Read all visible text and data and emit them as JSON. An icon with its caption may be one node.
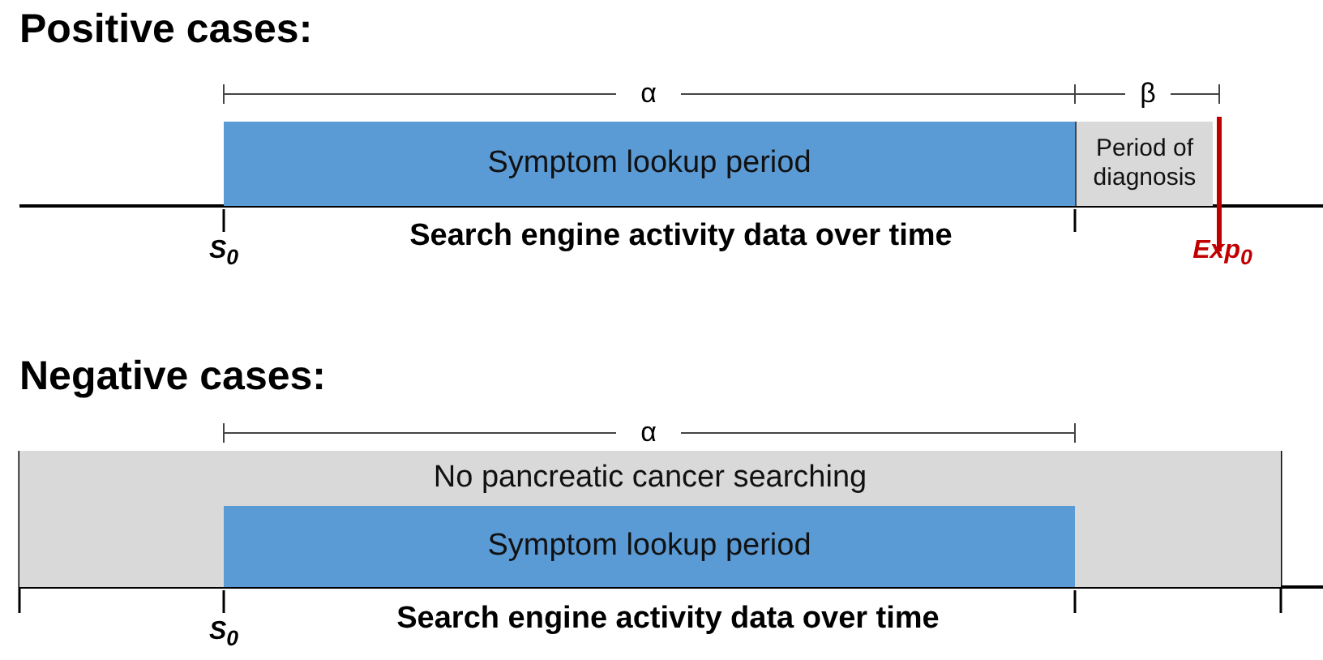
{
  "diagram": {
    "nodes": [
      {
        "text": [
          "Symptom lookup period"
        ]
      },
      {
        "text": [
          "Period of diagnosis"
        ]
      },
      {
        "text": [
          "No pancreatic cancer searching"
        ]
      },
      {
        "text": [
          "Symptom lookup period"
        ],
        "in": 2
      }
    ],
    "edges": [],
    "labels": [
      "Positive cases:",
      "α",
      "β",
      "Search engine activity data over time",
      "S$_{0}$",
      "Exp$_{0}$",
      "Negative cases:",
      "α",
      "Search engine activity data over time",
      "S$_{0}$"
    ]
  }
}
